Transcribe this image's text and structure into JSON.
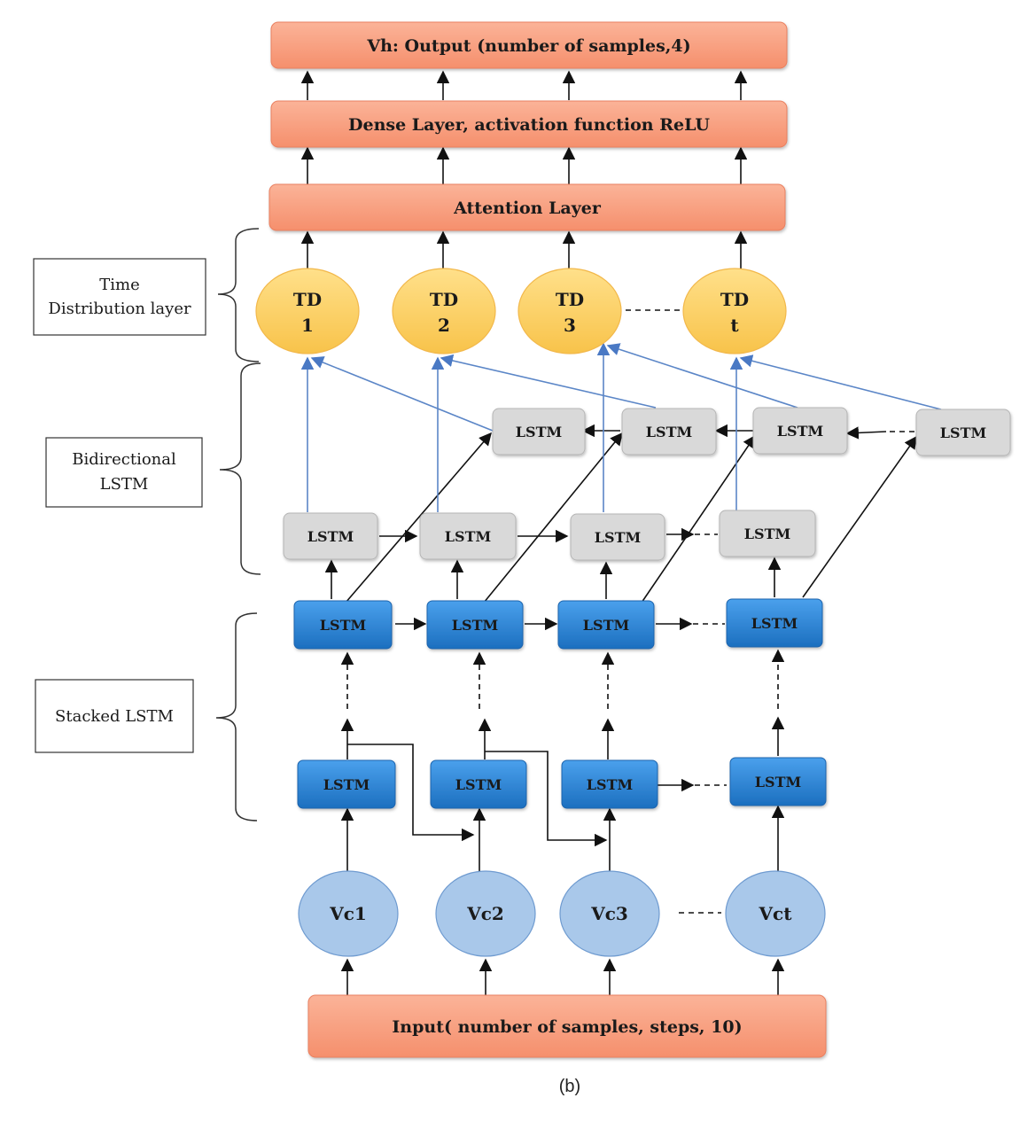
{
  "layers": {
    "output": "Vh: Output (number of samples,4)",
    "dense": "Dense Layer, activation function ReLU",
    "attention": "Attention Layer",
    "input": "Input( number of samples, steps, 10)"
  },
  "td_nodes": [
    {
      "line1": "TD",
      "line2": "1"
    },
    {
      "line1": "TD",
      "line2": "2"
    },
    {
      "line1": "TD",
      "line2": "3"
    },
    {
      "line1": "TD",
      "line2": "t"
    }
  ],
  "lstm_label": "LSTM",
  "input_nodes": [
    "Vc1",
    "Vc2",
    "Vc3",
    "Vct"
  ],
  "group_labels": {
    "time_distribution": {
      "line1": "Time",
      "line2": "Distribution layer"
    },
    "bidirectional": {
      "line1": "Bidirectional",
      "line2": "LSTM"
    },
    "stacked": "Stacked LSTM"
  },
  "caption": "(b)",
  "colors": {
    "salmon": "#f7a07f",
    "td_fill": "#fcd26b",
    "gray_cell": "#d9d9d9",
    "blue_cell": "#2f86d6",
    "vc_fill": "#a9c8ea",
    "blue_arrow": "#5b86c7"
  }
}
